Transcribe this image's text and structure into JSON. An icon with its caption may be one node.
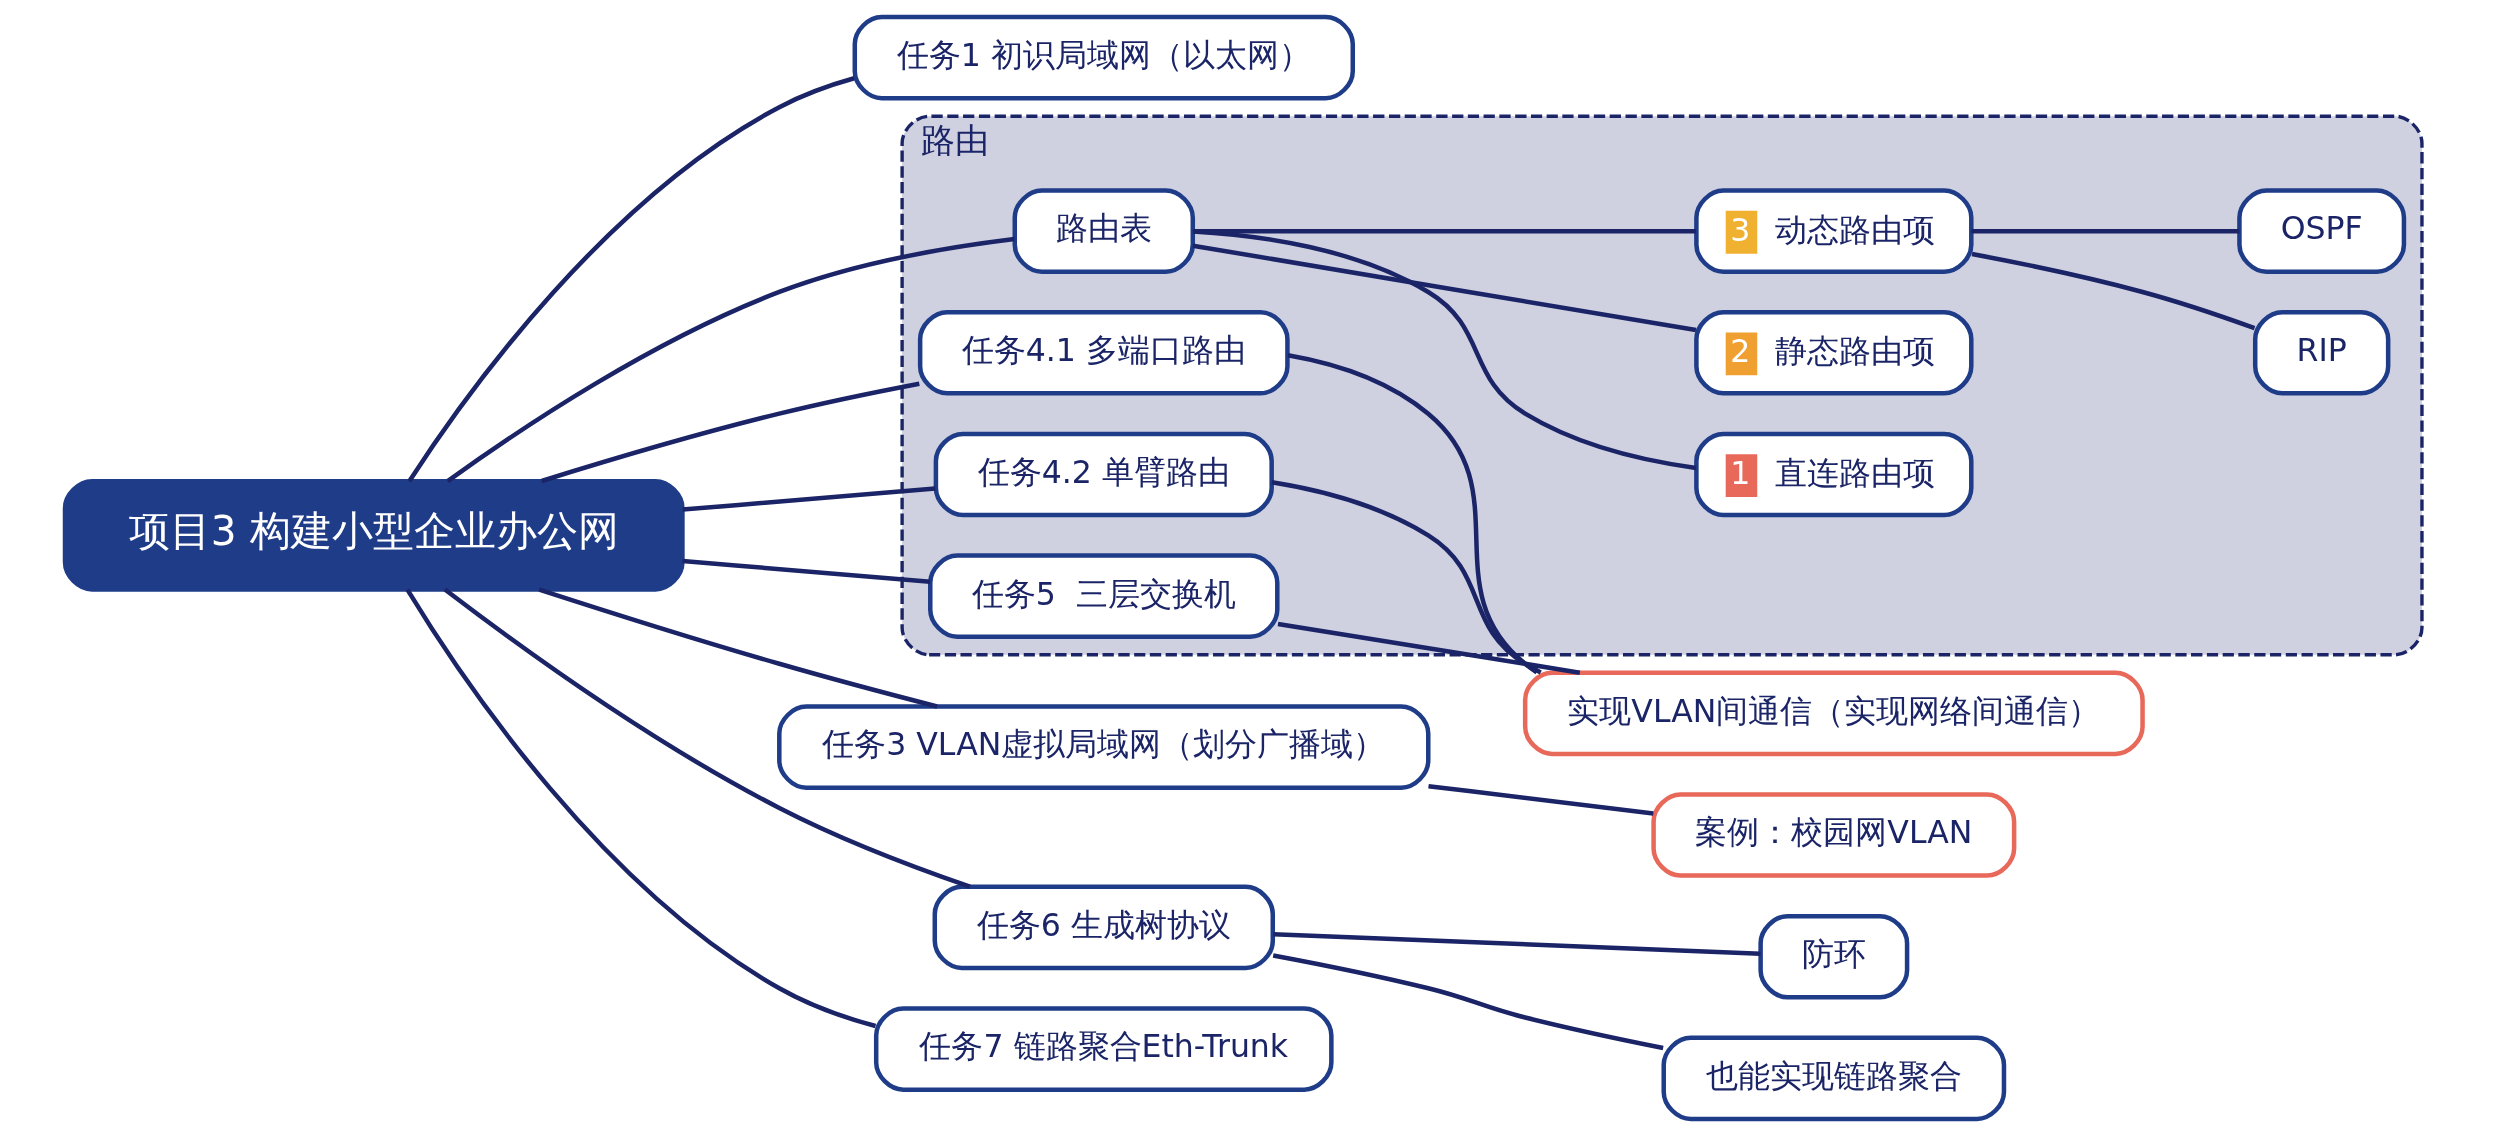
{
  "diagram": {
    "nodes": [
      {
        "text": [
          "项目3 构建小型企业办公网"
        ]
      },
      {
        "text": [
          "任务1 初识局域网（以太网）"
        ]
      },
      {
        "text": [
          "任务3 VLAN虚拟局域网（划分广播域）"
        ]
      },
      {
        "text": [
          "案例：校园网VLAN"
        ]
      },
      {
        "text": [
          "路由"
        ]
      },
      {
        "text": [
          "路由表"
        ],
        "in": 4
      },
      {
        "text": [
          "1",
          "直连路由项"
        ],
        "in": 4
      },
      {
        "text": [
          "2",
          "静态路由项"
        ],
        "in": 4
      },
      {
        "text": [
          "3",
          "动态路由项"
        ],
        "in": 4
      },
      {
        "text": [
          "RIP"
        ],
        "in": 4
      },
      {
        "text": [
          "OSPF"
        ],
        "in": 4
      },
      {
        "text": [
          "任务4.1 多端口路由"
        ],
        "in": 4
      },
      {
        "text": [
          "任务4.2 单臂路由"
        ],
        "in": 4
      },
      {
        "text": [
          "任务5  三层交换机"
        ],
        "in": 4
      },
      {
        "text": [
          "实现VLAN间通信（实现网络间通信）"
        ]
      },
      {
        "text": [
          "任务6 生成树协议"
        ]
      },
      {
        "text": [
          "防环"
        ]
      },
      {
        "text": [
          "也能实现链路聚合"
        ]
      },
      {
        "text": [
          "任务7 链路聚合Eth-Trunk"
        ]
      }
    ],
    "edges": [
      {
        "from": 0,
        "to": 1,
        "arrow": "none"
      },
      {
        "from": 0,
        "to": 2,
        "arrow": "none"
      },
      {
        "from": 0,
        "to": 5,
        "arrow": "none"
      },
      {
        "from": 0,
        "to": 11,
        "arrow": "none"
      },
      {
        "from": 0,
        "to": 12,
        "arrow": "none"
      },
      {
        "from": 0,
        "to": 13,
        "arrow": "none"
      },
      {
        "from": 0,
        "to": 15,
        "arrow": "none"
      },
      {
        "from": 0,
        "to": 18,
        "arrow": "none"
      },
      {
        "from": 2,
        "to": 3,
        "arrow": "none"
      },
      {
        "from": 5,
        "to": 6,
        "arrow": "none"
      },
      {
        "from": 5,
        "to": 7,
        "arrow": "none"
      },
      {
        "from": 5,
        "to": 8,
        "arrow": "none"
      },
      {
        "from": 8,
        "to": 9,
        "arrow": "none"
      },
      {
        "from": 8,
        "to": 10,
        "arrow": "none"
      },
      {
        "from": 11,
        "to": 14,
        "arrow": "none"
      },
      {
        "from": 12,
        "to": 14,
        "arrow": "none"
      },
      {
        "from": 13,
        "to": 14,
        "arrow": "none"
      },
      {
        "from": 15,
        "to": 16,
        "arrow": "none"
      },
      {
        "from": 15,
        "to": 17,
        "arrow": "none"
      }
    ]
  }
}
